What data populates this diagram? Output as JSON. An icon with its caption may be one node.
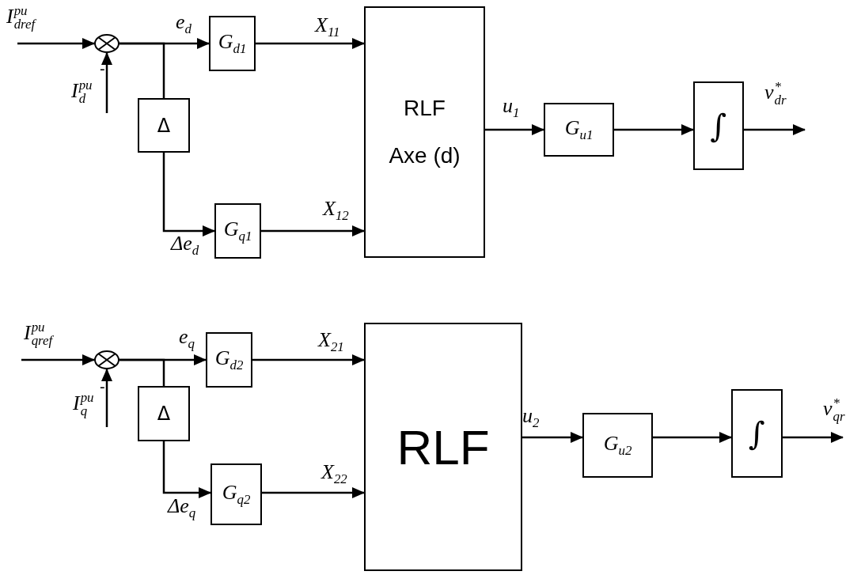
{
  "diagram": {
    "nodes": [
      {
        "text": [],
        "shape": "circle"
      },
      {
        "text": [
          "G$_{d1}$"
        ]
      },
      {
        "text": [
          "Δ"
        ]
      },
      {
        "text": [
          "G$_{q1}$"
        ]
      },
      {
        "text": [
          "RLF",
          "Axe (d)"
        ]
      },
      {
        "text": [
          "G$_{u1}$"
        ]
      },
      {
        "text": [
          "∫"
        ]
      },
      {
        "text": [],
        "shape": "circle"
      },
      {
        "text": [
          "G$_{d2}$"
        ]
      },
      {
        "text": [
          "Δ"
        ]
      },
      {
        "text": [
          "G$_{q2}$"
        ]
      },
      {
        "text": [
          "RLF"
        ]
      },
      {
        "text": [
          "G$_{u2}$"
        ]
      },
      {
        "text": [
          "∫"
        ]
      }
    ],
    "edges": [
      {
        "from": null,
        "to": 0,
        "arrow": "to",
        "label": "I$^{pu}$$_{dref}$"
      },
      {
        "from": null,
        "to": 0,
        "arrow": "to",
        "label": "I$^{pu}$$_{d}$"
      },
      {
        "from": 0,
        "to": 1,
        "arrow": "to",
        "label": "e$_{d}$"
      },
      {
        "from": 0,
        "to": 2,
        "arrow": "none"
      },
      {
        "from": 2,
        "to": 3,
        "arrow": "to",
        "label": "Δe$_{d}$"
      },
      {
        "from": 1,
        "to": 4,
        "arrow": "to",
        "label": "X$_{11}$"
      },
      {
        "from": 3,
        "to": 4,
        "arrow": "to",
        "label": "X$_{12}$"
      },
      {
        "from": 4,
        "to": 5,
        "arrow": "to",
        "label": "u$_{1}$"
      },
      {
        "from": 5,
        "to": 6,
        "arrow": "to"
      },
      {
        "from": 6,
        "to": null,
        "arrow": "to",
        "label": "v$^{*}$$_{dr}$"
      },
      {
        "from": null,
        "to": 7,
        "arrow": "to",
        "label": "I$^{pu}$$_{qref}$"
      },
      {
        "from": null,
        "to": 7,
        "arrow": "to",
        "label": "I$^{pu}$$_{q}$"
      },
      {
        "from": 7,
        "to": 8,
        "arrow": "to",
        "label": "e$_{q}$"
      },
      {
        "from": 7,
        "to": 9,
        "arrow": "none"
      },
      {
        "from": 9,
        "to": 10,
        "arrow": "to",
        "label": "Δe$_{q}$"
      },
      {
        "from": 8,
        "to": 11,
        "arrow": "to",
        "label": "X$_{21}$"
      },
      {
        "from": 10,
        "to": 11,
        "arrow": "to",
        "label": "X$_{22}$"
      },
      {
        "from": 11,
        "to": 12,
        "arrow": "to",
        "label": "u$_{2}$"
      },
      {
        "from": 12,
        "to": 13,
        "arrow": "to"
      },
      {
        "from": 13,
        "to": null,
        "arrow": "to",
        "label": "v$^{*}$$_{qr}$"
      }
    ],
    "labels": [
      "-",
      "-"
    ]
  }
}
